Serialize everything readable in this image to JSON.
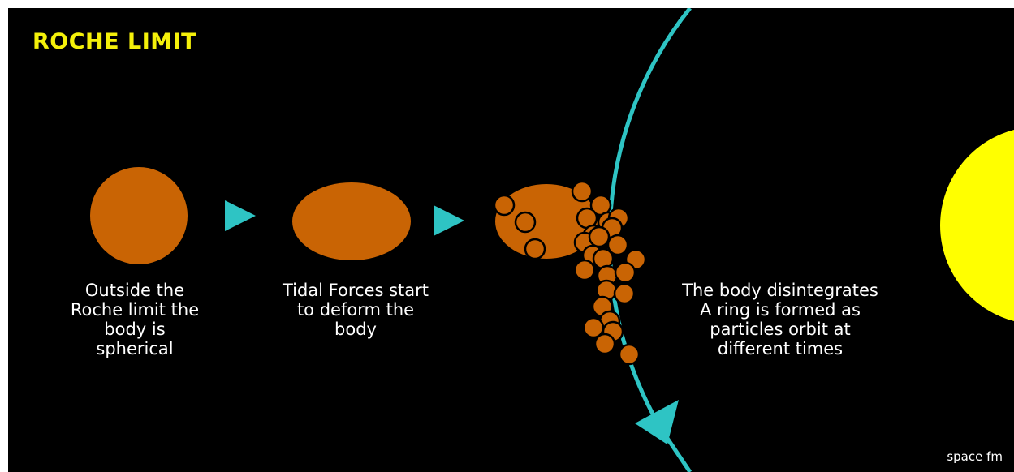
{
  "title": "ROCHE LIMIT",
  "captions": {
    "stage1": "Outside the\nRoche limit the\nbody is\nspherical",
    "stage2": "Tidal Forces start\nto deform the\nbody",
    "stage3": "The body disintegrates\nA ring is formed as\nparticles orbit at\ndifferent times"
  },
  "logo": "space fm",
  "colors": {
    "background": "#000000",
    "title": "#f4f00a",
    "body": "#c96404",
    "arrow": "#2ec4c4",
    "orbit": "#2ec4c4",
    "planet": "#ffff00",
    "text": "#ffffff"
  },
  "icons": {
    "stage_arrow": "triangle-right-icon",
    "orbit_direction": "arrowhead-icon"
  }
}
